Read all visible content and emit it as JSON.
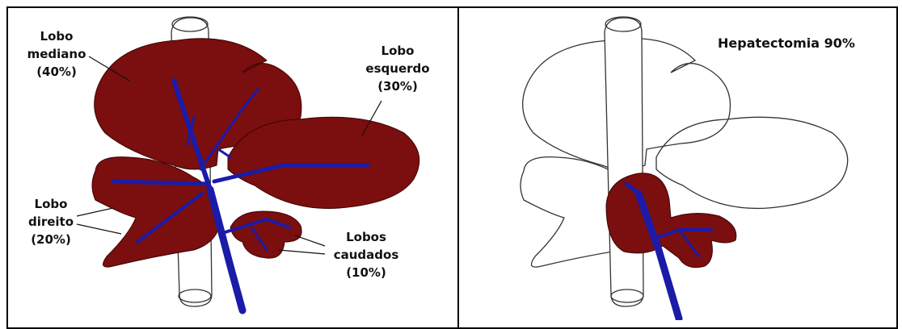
{
  "colors": {
    "liver": "#7b0e0e",
    "vessel": "#1b1ba8",
    "outline": "#333333",
    "border": "#000000"
  },
  "left_panel": {
    "labels": {
      "median_line1": "Lobo",
      "median_line2": "mediano",
      "median_line3": "(40%)",
      "left_line1": "Lobo",
      "left_line2": "esquerdo",
      "left_line3": "(30%)",
      "right_line1": "Lobo",
      "right_line2": "direito",
      "right_line3": "(20%)",
      "caudate_line1": "Lobos",
      "caudate_line2": "caudados",
      "caudate_line3": "(10%)"
    }
  },
  "right_panel": {
    "title": "Hepatectomia 90%"
  }
}
